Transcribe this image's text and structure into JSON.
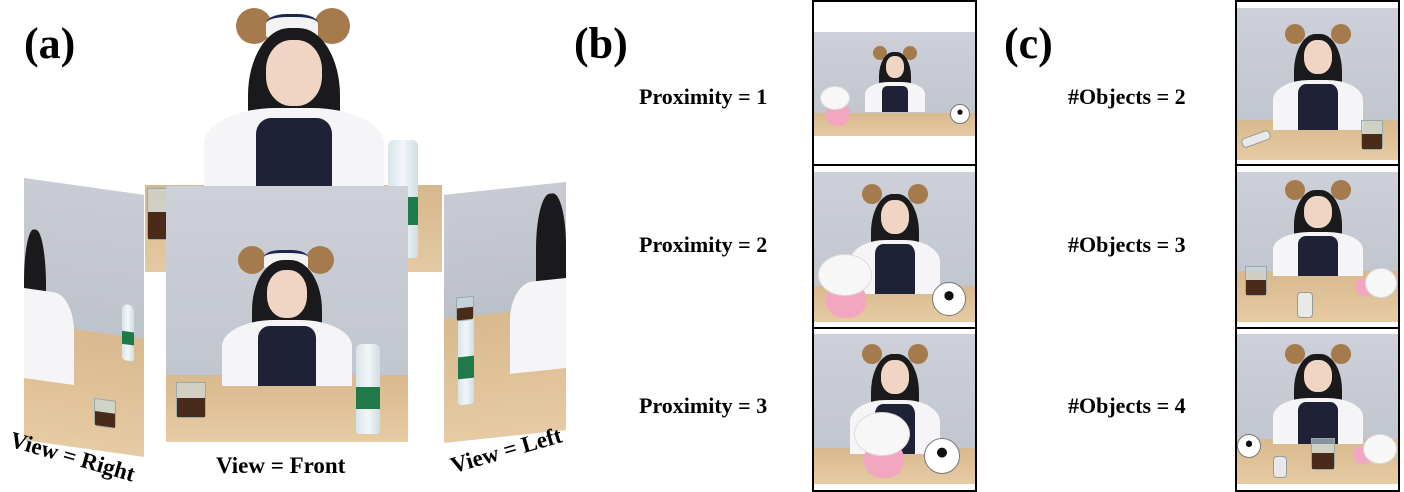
{
  "panels": {
    "a": {
      "label": "(a)",
      "captions": {
        "right": "View = Right",
        "front": "View = Front",
        "left": "View = Left"
      }
    },
    "b": {
      "label": "(b)",
      "rows": [
        {
          "label": "Proximity = 1"
        },
        {
          "label": "Proximity = 2"
        },
        {
          "label": "Proximity = 3"
        }
      ]
    },
    "c": {
      "label": "(c)",
      "rows": [
        {
          "label": "#Objects = 2"
        },
        {
          "label": "#Objects = 3"
        },
        {
          "label": "#Objects = 4"
        }
      ]
    }
  }
}
